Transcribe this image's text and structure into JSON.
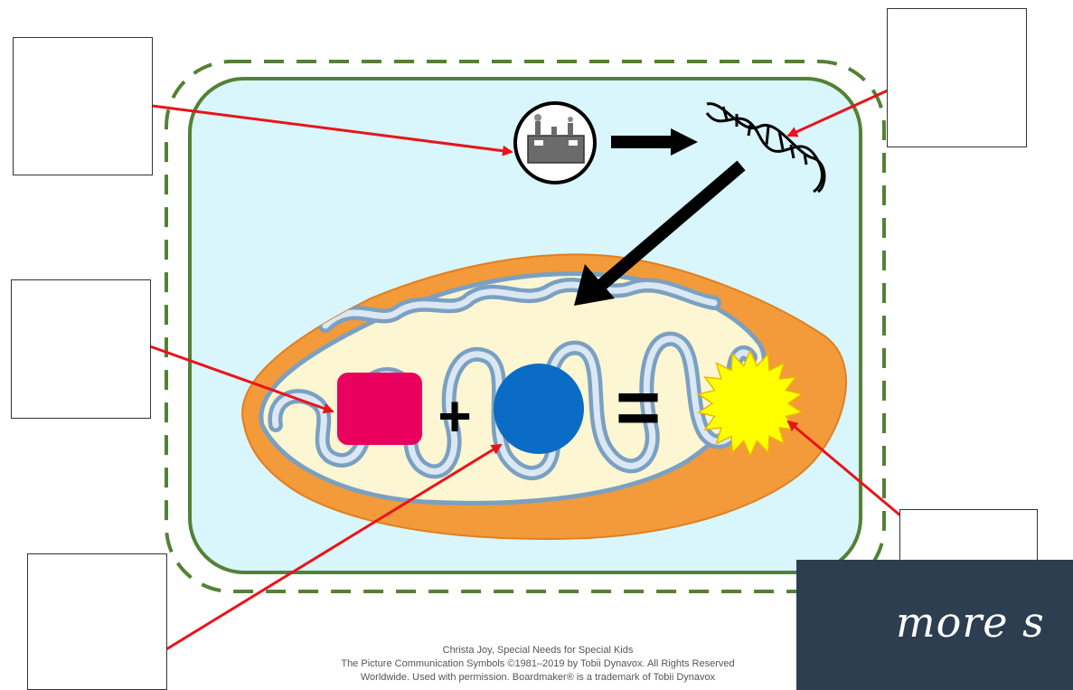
{
  "diagram": {
    "label_boxes": [
      {
        "id": "top-left",
        "text": ""
      },
      {
        "id": "top-right",
        "text": ""
      },
      {
        "id": "middle-left",
        "text": ""
      },
      {
        "id": "bottom-left",
        "text": ""
      },
      {
        "id": "bottom-right",
        "text": ""
      }
    ],
    "symbols": {
      "plus": "+",
      "equals": "="
    },
    "colors": {
      "cell_background": "#d8f6fb",
      "cell_border": "#538135",
      "mitochondrion_outer": "#f39a3a",
      "mitochondrion_inner": "#fdf6d2",
      "cristae": "#9ab8d4",
      "square": "#e9005f",
      "circle": "#0a6cc4",
      "starburst": "#ffff00",
      "pointer_lines": "#e8141b"
    },
    "icons": [
      "factory-icon",
      "dna-icon",
      "starburst-icon"
    ]
  },
  "credits": {
    "line1": "Christa Joy, Special Needs for Special Kids",
    "line2": "The Picture Communication Symbols ©1981–2019 by Tobii Dynavox. All Rights Reserved",
    "line3": "Worldwide. Used with permission.  Boardmaker® is a trademark of Tobii Dynavox"
  },
  "banner": {
    "text": "more s"
  }
}
